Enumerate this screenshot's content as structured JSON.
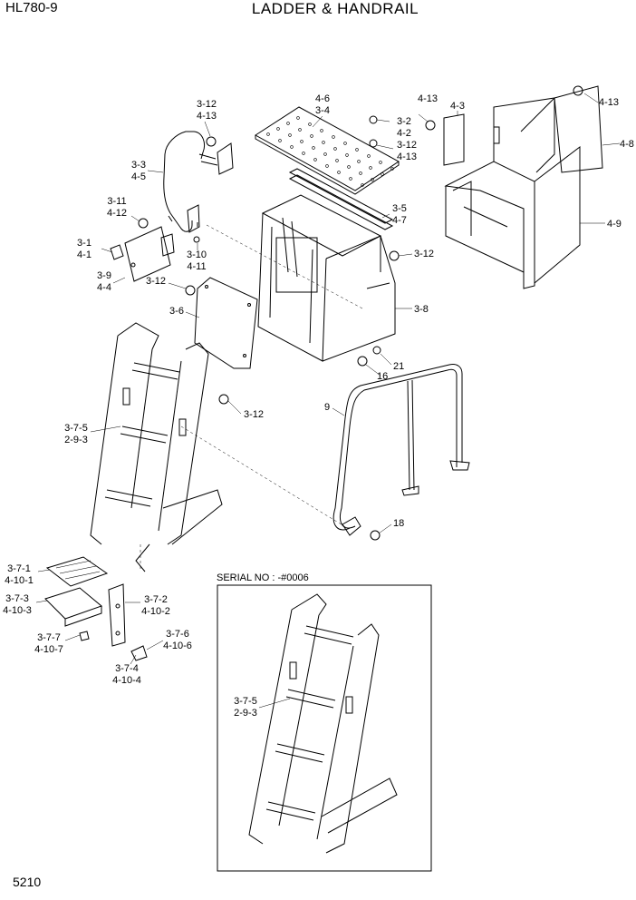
{
  "header": {
    "model": "HL780-9",
    "title": "LADDER & HANDRAIL"
  },
  "footer": {
    "page_number": "5210"
  },
  "serial_note": "SERIAL NO : -#0006",
  "callouts": [
    {
      "id": "c-3-12-a",
      "lines": [
        "3-12",
        "4-13"
      ]
    },
    {
      "id": "c-4-6",
      "lines": [
        "4-6",
        "3-4"
      ]
    },
    {
      "id": "c-4-13-a",
      "lines": [
        "4-13"
      ]
    },
    {
      "id": "c-4-3",
      "lines": [
        "4-3"
      ]
    },
    {
      "id": "c-4-13-b",
      "lines": [
        "4-13"
      ]
    },
    {
      "id": "c-3-2",
      "lines": [
        "3-2",
        "4-2"
      ]
    },
    {
      "id": "c-3-12-b",
      "lines": [
        "3-12",
        "4-13"
      ]
    },
    {
      "id": "c-4-8",
      "lines": [
        "4-8"
      ]
    },
    {
      "id": "c-3-3",
      "lines": [
        "3-3",
        "4-5"
      ]
    },
    {
      "id": "c-3-5",
      "lines": [
        "3-5",
        "4-7"
      ]
    },
    {
      "id": "c-4-9",
      "lines": [
        "4-9"
      ]
    },
    {
      "id": "c-3-11",
      "lines": [
        "3-11",
        "4-12"
      ]
    },
    {
      "id": "c-3-1",
      "lines": [
        "3-1",
        "4-1"
      ]
    },
    {
      "id": "c-3-10",
      "lines": [
        "3-10",
        "4-11"
      ]
    },
    {
      "id": "c-3-12-c",
      "lines": [
        "3-12"
      ]
    },
    {
      "id": "c-3-9",
      "lines": [
        "3-9",
        "4-4"
      ]
    },
    {
      "id": "c-3-12-d",
      "lines": [
        "3-12"
      ]
    },
    {
      "id": "c-3-6",
      "lines": [
        "3-6"
      ]
    },
    {
      "id": "c-3-8",
      "lines": [
        "3-8"
      ]
    },
    {
      "id": "c-21",
      "lines": [
        "21"
      ]
    },
    {
      "id": "c-16",
      "lines": [
        "16"
      ]
    },
    {
      "id": "c-9",
      "lines": [
        "9"
      ]
    },
    {
      "id": "c-3-12-e",
      "lines": [
        "3-12"
      ]
    },
    {
      "id": "c-3-7-5-a",
      "lines": [
        "3-7-5",
        "2-9-3"
      ]
    },
    {
      "id": "c-18",
      "lines": [
        "18"
      ]
    },
    {
      "id": "c-3-7-1",
      "lines": [
        "3-7-1",
        "4-10-1"
      ]
    },
    {
      "id": "c-3-7-3",
      "lines": [
        "3-7-3",
        "4-10-3"
      ]
    },
    {
      "id": "c-3-7-2",
      "lines": [
        "3-7-2",
        "4-10-2"
      ]
    },
    {
      "id": "c-3-7-7",
      "lines": [
        "3-7-7",
        "4-10-7"
      ]
    },
    {
      "id": "c-3-7-6",
      "lines": [
        "3-7-6",
        "4-10-6"
      ]
    },
    {
      "id": "c-3-7-4",
      "lines": [
        "3-7-4",
        "4-10-4"
      ]
    },
    {
      "id": "c-3-7-5-b",
      "lines": [
        "3-7-5",
        "2-9-3"
      ]
    }
  ]
}
